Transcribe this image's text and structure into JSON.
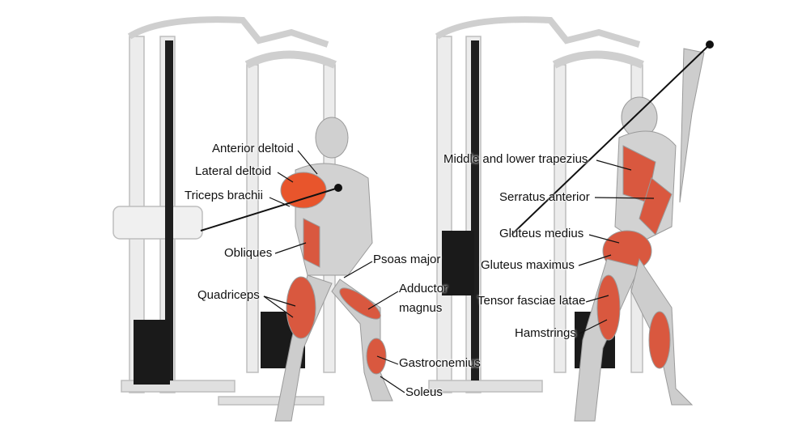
{
  "left_panel": {
    "labels": {
      "anterior_deltoid": "Anterior deltoid",
      "lateral_deltoid": "Lateral deltoid",
      "triceps_brachii": "Triceps brachii",
      "obliques": "Obliques",
      "quadriceps": "Quadriceps",
      "psoas_major": "Psoas major",
      "adductor_magnus_1": "Adductor",
      "adductor_magnus_2": "magnus",
      "gastrocnemius": "Gastrocnemius",
      "soleus": "Soleus"
    }
  },
  "right_panel": {
    "labels": {
      "trapezius": "Middle and lower trapezius",
      "serratus_anterior": "Serratus anterior",
      "gluteus_medius": "Gluteus medius",
      "gluteus_maximus": "Gluteus maximus",
      "tensor_fasciae_latae": "Tensor fasciae latae",
      "hamstrings": "Hamstrings"
    }
  },
  "colors": {
    "muscle": "#d9583f",
    "highlight": "#e8552c",
    "body": "#c9c9c9",
    "frame": "#e6e6e6",
    "weights": "#1a1a1a"
  }
}
